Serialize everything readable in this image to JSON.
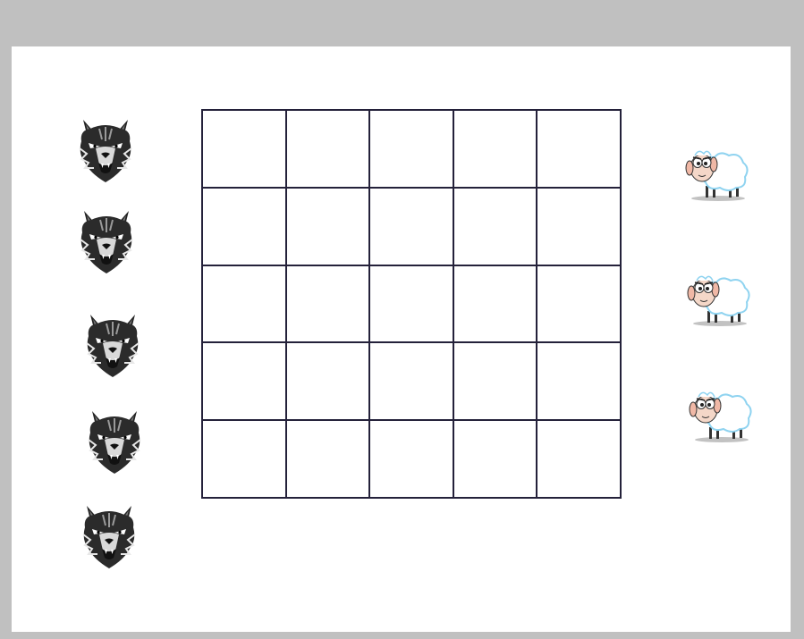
{
  "game": {
    "board": {
      "rows": 5,
      "columns": 5
    },
    "wolves": {
      "count": 5,
      "icon": "wolf-icon"
    },
    "sheep": {
      "count": 3,
      "icon": "sheep-icon"
    },
    "colors": {
      "frame": "#c0c0c0",
      "board_background": "#ffffff",
      "grid_lines": "#24213a"
    }
  }
}
